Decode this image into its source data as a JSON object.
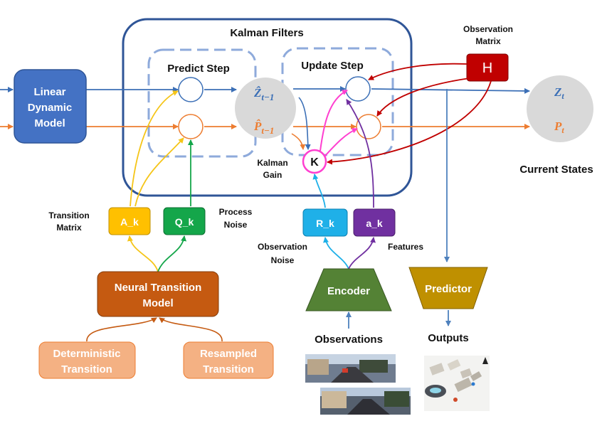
{
  "title": "Kalman Filters",
  "predict_step": "Predict Step",
  "update_step": "Update Step",
  "obs_matrix": {
    "line1": "Observation",
    "line2": "Matrix",
    "symbol": "H"
  },
  "state": {
    "z_prev": "Ẑ",
    "p_prev": "P̂",
    "prev_sub": "t−1",
    "z_cur": "Z",
    "p_cur": "P",
    "cur_sub": "t"
  },
  "kalman_gain": {
    "line1": "Kalman",
    "line2": "Gain",
    "symbol": "K"
  },
  "current_states": "Current States",
  "linear_model": {
    "line1": "Linear",
    "line2": "Dynamic",
    "line3": "Model"
  },
  "params": {
    "a_k": "A_k",
    "q_k": "Q_k",
    "r_k": "R_k",
    "feat_a_k": "a_k"
  },
  "transition_matrix": {
    "line1": "Transition",
    "line2": "Matrix"
  },
  "process_noise": {
    "line1": "Process",
    "line2": "Noise"
  },
  "observation_noise": {
    "line1": "Observation",
    "line2": "Noise"
  },
  "features": "Features",
  "neural_model": {
    "line1": "Neural Transition",
    "line2": "Model"
  },
  "deterministic": {
    "line1": "Deterministic",
    "line2": "Transition"
  },
  "resampled": {
    "line1": "Resampled",
    "line2": "Transition"
  },
  "encoder": "Encoder",
  "predictor": "Predictor",
  "observations": "Observations",
  "outputs": "Outputs",
  "colors": {
    "blue_flow": "#3b6fb6",
    "orange_flow": "#ed7d31",
    "yellow": "#f5c518",
    "green": "#14a64a",
    "cyan": "#1fb0e8",
    "purple": "#7030a0",
    "red": "#c00000",
    "magenta": "#ff3fd0",
    "neural": "#c55a11",
    "light_orange": "#f4b183",
    "encoder": "#548235",
    "predictor": "#bf9000"
  }
}
